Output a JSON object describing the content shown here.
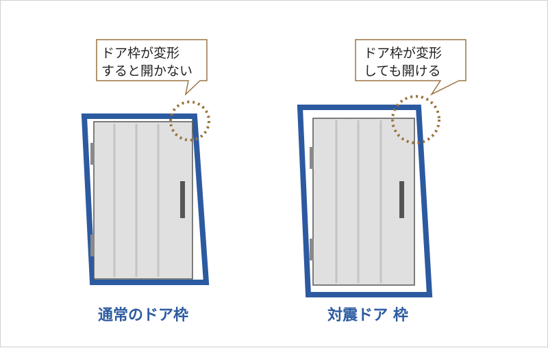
{
  "colors": {
    "frame_blue": "#2c5aa0",
    "caption_blue": "#2c5aa0",
    "door_fill": "#e0e0e0",
    "door_stroke": "#555555",
    "highlight_brown": "#9a7440",
    "bubble_stroke": "#9a7440",
    "hinge": "#8a8a8a",
    "handle": "#555555"
  },
  "left_panel": {
    "bubble_line1": "ドア枠が変形",
    "bubble_line2": "すると開かない",
    "caption": "通常のドア枠"
  },
  "right_panel": {
    "bubble_line1": "ドア枠が変形",
    "bubble_line2": "しても開ける",
    "caption": "対震ドア 枠"
  }
}
